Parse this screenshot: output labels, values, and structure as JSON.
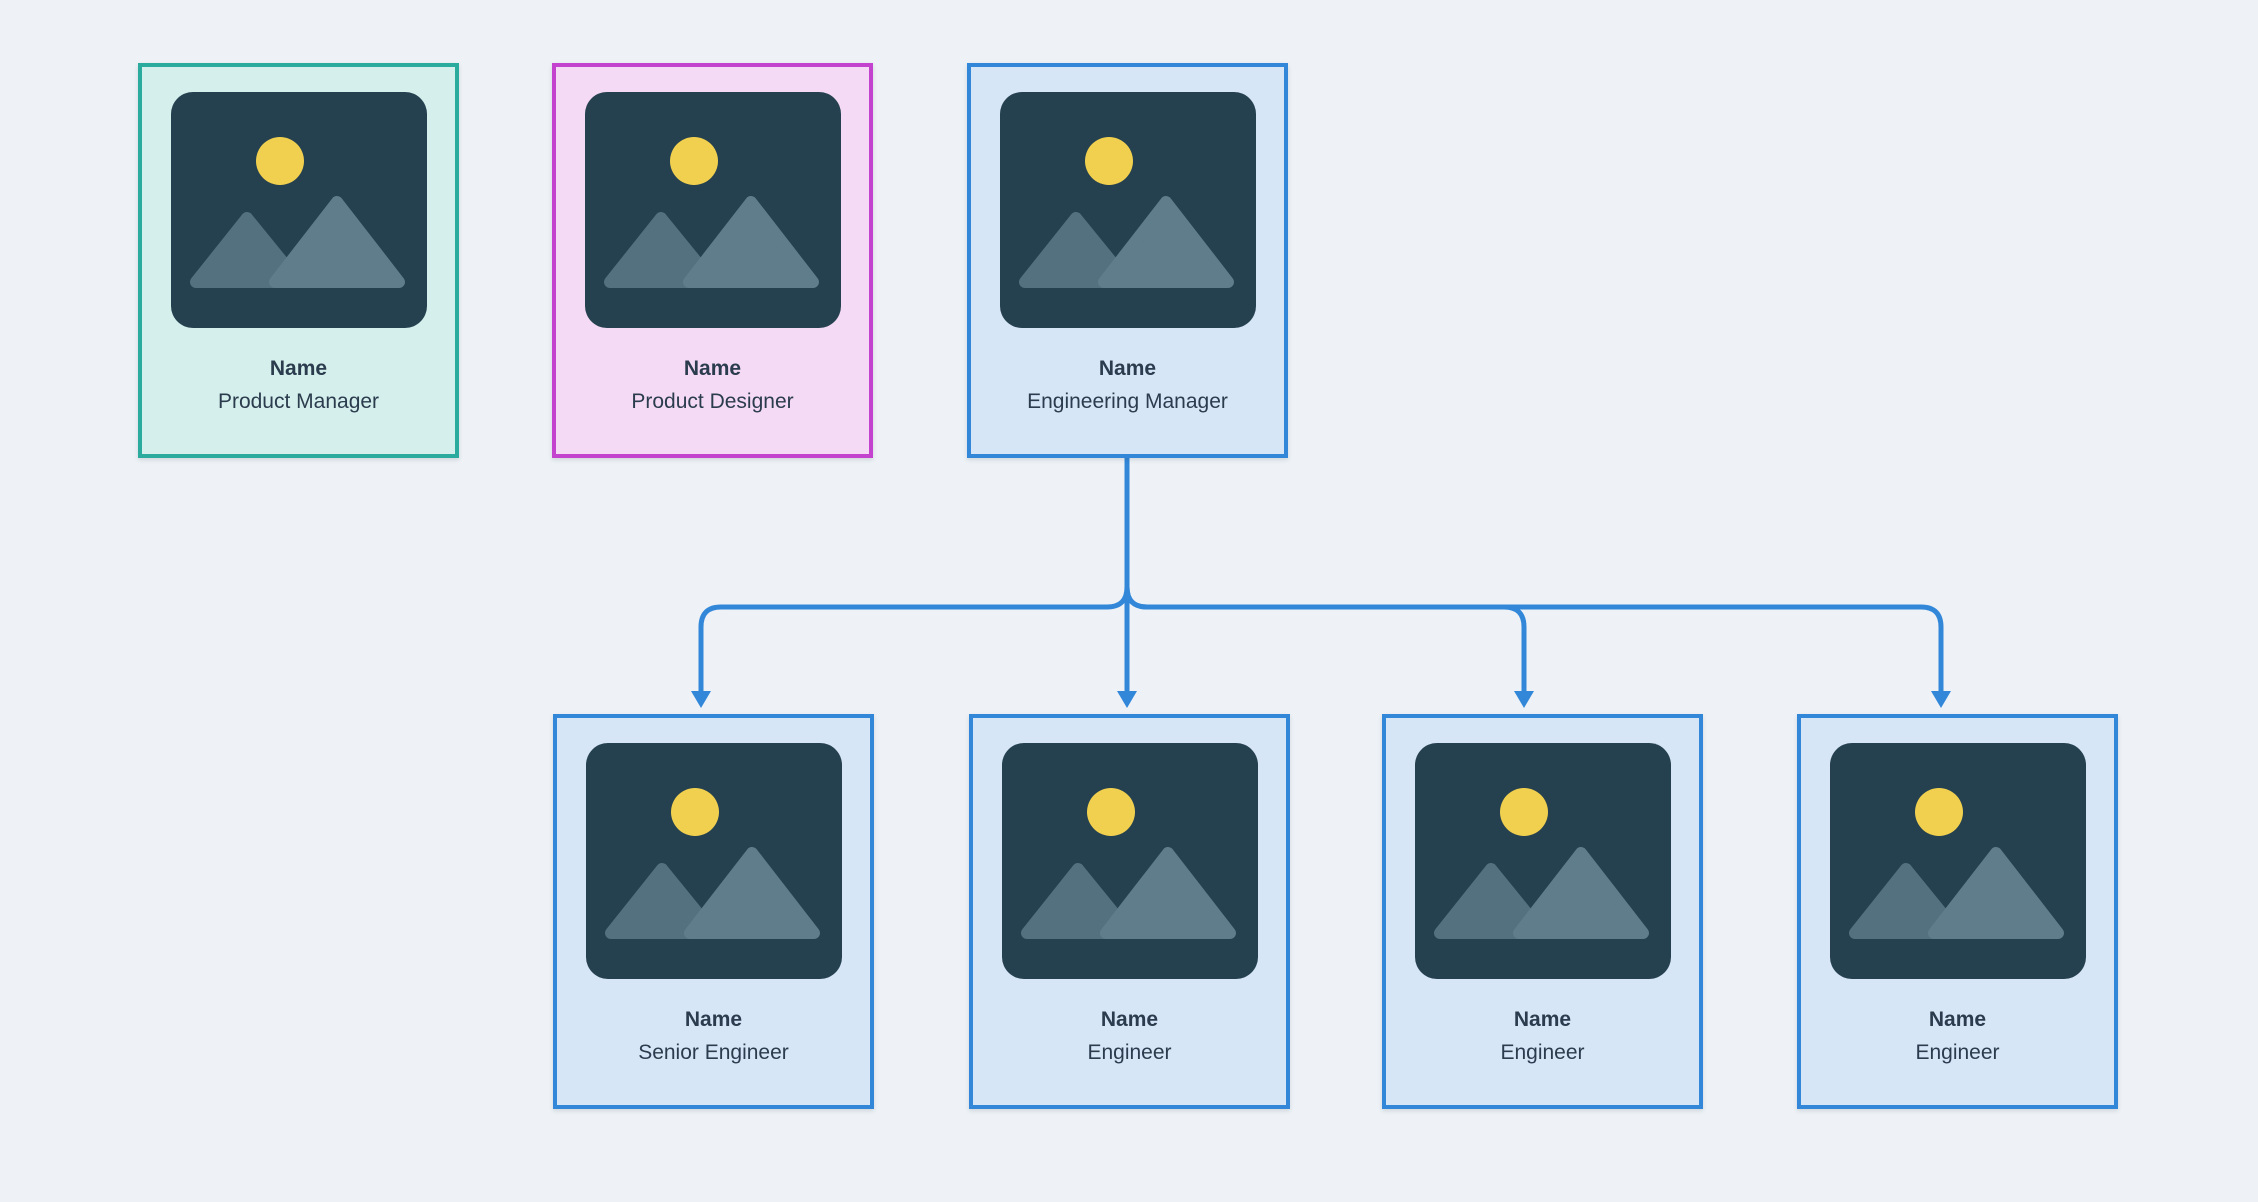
{
  "canvas": {
    "background": "#eef2f6"
  },
  "connector": {
    "color": "#3287d9",
    "style": "rounded-elbow-arrow-down"
  },
  "text_color": "#2b3c4e",
  "themes": {
    "teal": {
      "border": "#2aab9e",
      "bg": "#d5efec"
    },
    "pink": {
      "border": "#c443ce",
      "bg": "#f4daf4"
    },
    "blue": {
      "border": "#3287d9",
      "bg": "#d7e6f7"
    }
  },
  "placeholder_icon": {
    "icon": "image-placeholder-icon",
    "background": "#25404f",
    "sun": "#f2d04f",
    "mountain_left": "#54717f",
    "mountain_right": "#5f7d8b"
  },
  "nodes": [
    {
      "name": "Name",
      "role": "Product Manager",
      "theme": "teal"
    },
    {
      "name": "Name",
      "role": "Product Designer",
      "theme": "pink"
    },
    {
      "name": "Name",
      "role": "Engineering Manager",
      "theme": "blue"
    },
    {
      "name": "Name",
      "role": "Senior Engineer",
      "theme": "blue"
    },
    {
      "name": "Name",
      "role": "Engineer",
      "theme": "blue"
    },
    {
      "name": "Name",
      "role": "Engineer",
      "theme": "blue"
    },
    {
      "name": "Name",
      "role": "Engineer",
      "theme": "blue"
    }
  ],
  "edges": [
    {
      "from": 2,
      "to": 3
    },
    {
      "from": 2,
      "to": 4
    },
    {
      "from": 2,
      "to": 5
    },
    {
      "from": 2,
      "to": 6
    }
  ]
}
